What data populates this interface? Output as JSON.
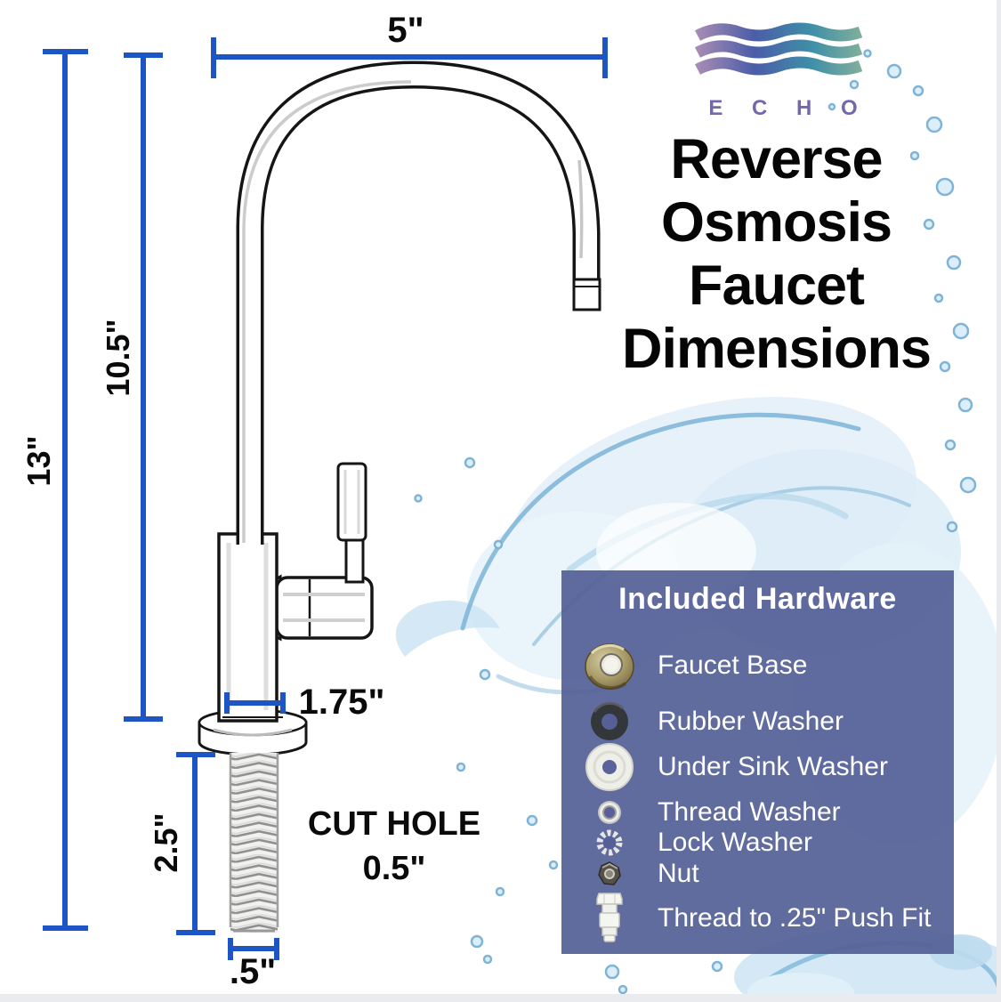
{
  "logo": {
    "brand": "E C H O"
  },
  "title": {
    "line1": "Reverse",
    "line2": "Osmosis",
    "line3": "Faucet",
    "line4": "Dimensions"
  },
  "dimensions": {
    "spout_width": "5\"",
    "spout_height": "10.5\"",
    "total_height": "13\"",
    "base_width": "1.75\"",
    "thread_length": "2.5\"",
    "thread_width": ".5\"",
    "cut_hole_line1": "CUT HOLE",
    "cut_hole_line2": "0.5\""
  },
  "hardware_panel": {
    "title": "Included Hardware",
    "items": [
      {
        "icon": "faucet-base-icon",
        "label": "Faucet Base"
      },
      {
        "icon": "rubber-washer-icon",
        "label": "Rubber Washer"
      },
      {
        "icon": "under-sink-washer-icon",
        "label": "Under Sink Washer"
      },
      {
        "icon": "thread-washer-icon",
        "label": "Thread Washer"
      },
      {
        "icon": "lock-washer-icon",
        "label": "Lock Washer"
      },
      {
        "icon": "nut-icon",
        "label": "Nut"
      },
      {
        "icon": "push-fit-icon",
        "label": "Thread to .25\" Push Fit"
      }
    ]
  },
  "colors": {
    "dimension_blue": "#1d55c4",
    "panel_blue": "#566197",
    "logo_purple": "#7468ad",
    "logo_gradient": [
      "#a88bb4",
      "#4a5da8",
      "#3f8fa8",
      "#7fae9b"
    ],
    "splash_blue": "#7db4d6",
    "title_black": "#050505"
  }
}
